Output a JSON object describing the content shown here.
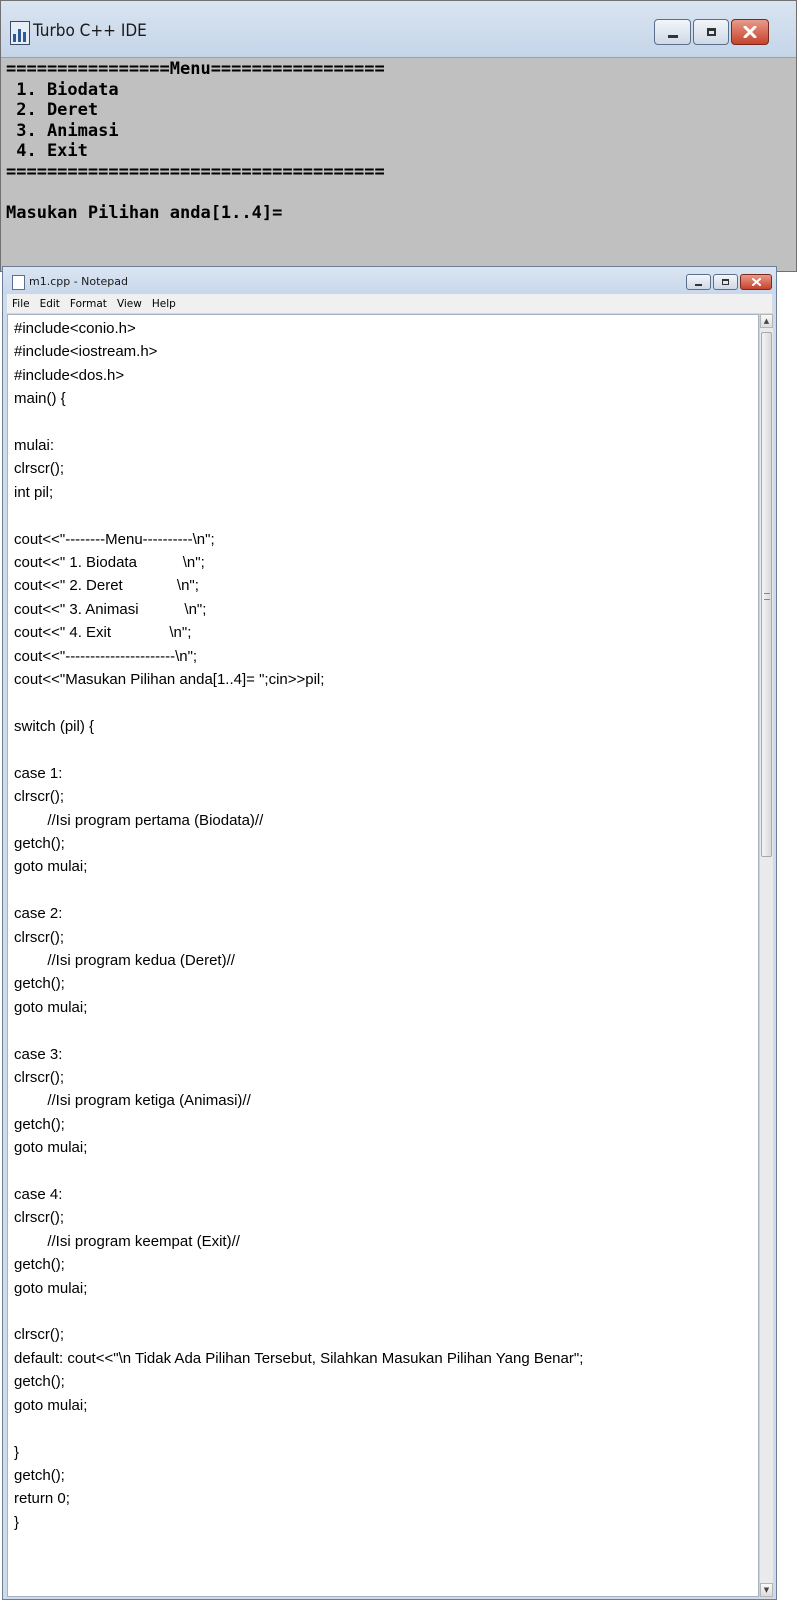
{
  "turbo": {
    "title": "Turbo C++ IDE",
    "console_lines": [
      "================Menu=================",
      " 1. Biodata",
      " 2. Deret",
      " 3. Animasi",
      " 4. Exit",
      "=====================================",
      "",
      "Masukan Pilihan anda[1..4]="
    ]
  },
  "notepad": {
    "title": "m1.cpp - Notepad",
    "menu": {
      "file": "File",
      "edit": "Edit",
      "format": "Format",
      "view": "View",
      "help": "Help"
    },
    "code_lines": [
      "#include<conio.h>",
      "#include<iostream.h>",
      "#include<dos.h>",
      "main() {",
      "",
      "mulai:",
      "clrscr();",
      "int pil;",
      "",
      "cout<<\"--------Menu----------\\n\";",
      "cout<<\" 1. Biodata           \\n\";",
      "cout<<\" 2. Deret             \\n\";",
      "cout<<\" 3. Animasi           \\n\";",
      "cout<<\" 4. Exit              \\n\";",
      "cout<<\"----------------------\\n\";",
      "cout<<\"Masukan Pilihan anda[1..4]= \";cin>>pil;",
      "",
      "switch (pil) {",
      "",
      "case 1:",
      "clrscr();",
      "\t//Isi program pertama (Biodata)//",
      "getch();",
      "goto mulai;",
      "",
      "case 2:",
      "clrscr();",
      "\t//Isi program kedua (Deret)//",
      "getch();",
      "goto mulai;",
      "",
      "case 3:",
      "clrscr();",
      "\t//Isi program ketiga (Animasi)//",
      "getch();",
      "goto mulai;",
      "",
      "case 4:",
      "clrscr();",
      "\t//Isi program keempat (Exit)//",
      "getch();",
      "goto mulai;",
      "",
      "clrscr();",
      "default: cout<<\"\\n Tidak Ada Pilihan Tersebut, Silahkan Masukan Pilihan Yang Benar\";",
      "getch();",
      "goto mulai;",
      "",
      "}",
      "getch();",
      "return 0;",
      "}"
    ]
  }
}
